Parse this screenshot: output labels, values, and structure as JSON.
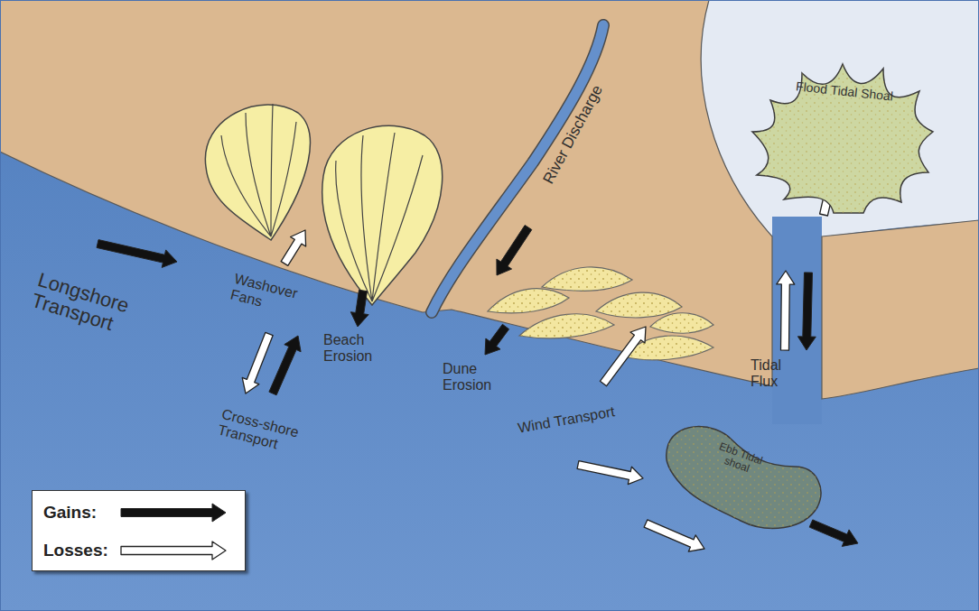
{
  "diagram": {
    "nodes": [
      {
        "text": [
          "Flood Tidal Shoal"
        ]
      },
      {
        "text": [
          "Ebb Tidal shoal"
        ]
      }
    ],
    "edges": [],
    "labels": [
      "Longshore Transport",
      "Washover Fans",
      "Beach Erosion",
      "Cross-shore Transport",
      "River Discharge",
      "Dune Erosion",
      "Wind Transport",
      "Tidal Flux"
    ],
    "legend": [
      {
        "text": "Gains:"
      },
      {
        "text": "Losses:"
      }
    ]
  }
}
